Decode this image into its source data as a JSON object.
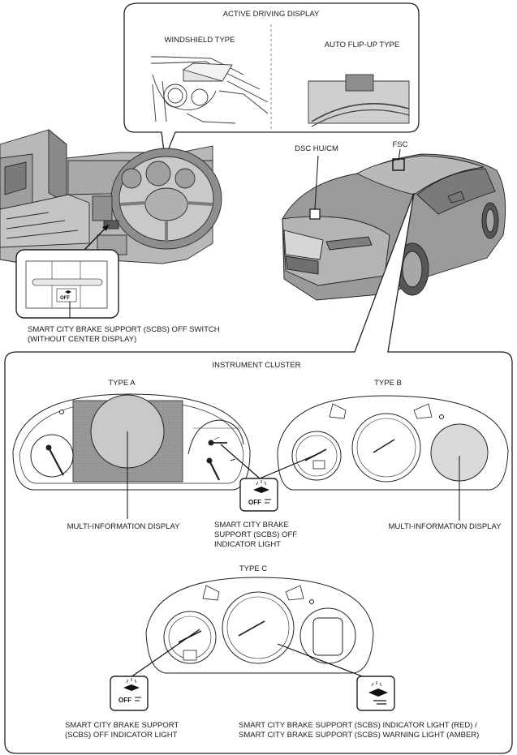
{
  "active_driving_display": {
    "title": "ACTIVE DRIVING DISPLAY",
    "windshield": "WINDSHIELD TYPE",
    "flipup": "AUTO FLIP-UP TYPE"
  },
  "vehicle": {
    "dsc": "DSC HU/CM",
    "fsc": "FSC"
  },
  "scbs_switch": {
    "line1": "SMART CITY BRAKE SUPPORT (SCBS) OFF SWITCH",
    "line2": "(WITHOUT CENTER DISPLAY)"
  },
  "instrument_cluster": {
    "title": "INSTRUMENT CLUSTER",
    "type_a": "TYPE A",
    "type_b": "TYPE B",
    "type_c": "TYPE C",
    "mid_a": "MULTI-INFORMATION DISPLAY",
    "mid_b": "MULTI-INFORMATION DISPLAY",
    "scbs_off_light_ab": {
      "line1": "SMART CITY BRAKE",
      "line2": "SUPPORT (SCBS) OFF",
      "line3": "INDICATOR LIGHT"
    },
    "scbs_off_light_c": {
      "line1": "SMART CITY BRAKE SUPPORT",
      "line2": "(SCBS) OFF INDICATOR LIGHT"
    },
    "scbs_indicator_c": {
      "line1": "SMART CITY BRAKE SUPPORT (SCBS) INDICATOR LIGHT (RED) /",
      "line2": "SMART CITY BRAKE SUPPORT (SCBS) WARNING LIGHT (AMBER)"
    }
  },
  "icons": {
    "off_text": "OFF"
  }
}
